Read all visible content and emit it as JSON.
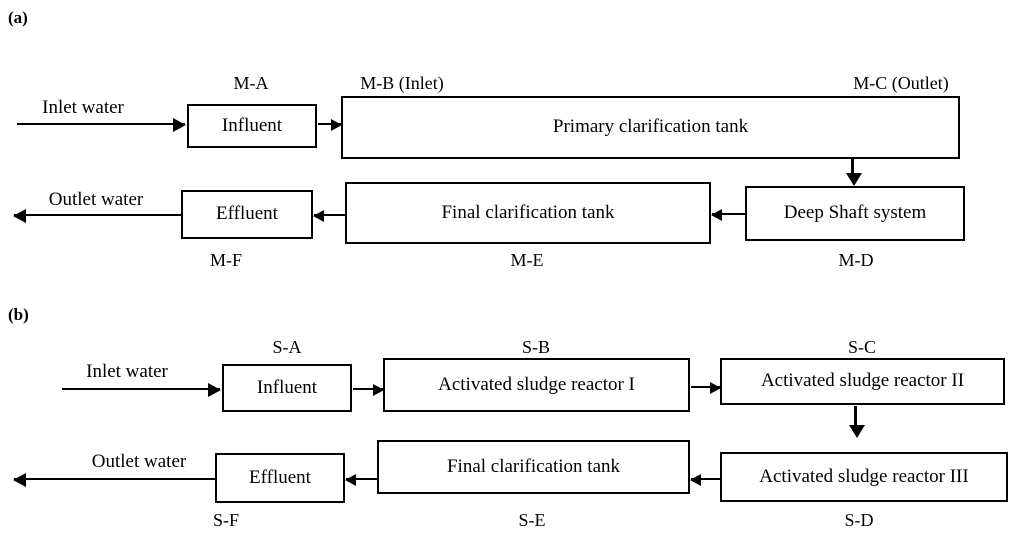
{
  "figure": {
    "panels": [
      {
        "id": "a",
        "label": "(a)",
        "flow_in_text": "Inlet water",
        "flow_out_text": "Outlet water",
        "boxes": [
          {
            "key": "influent",
            "text": "Influent",
            "tag": "M-A",
            "tag_position": "above"
          },
          {
            "key": "primary",
            "text": "Primary clarification tank",
            "tag": "M-B (Inlet)",
            "tag_position": "above-left"
          },
          {
            "key": "primary_out",
            "text": "",
            "tag": "M-C (Outlet)",
            "tag_position": "above-right"
          },
          {
            "key": "deepshaft",
            "text": "Deep Shaft system",
            "tag": "M-D",
            "tag_position": "below"
          },
          {
            "key": "final",
            "text": "Final clarification tank",
            "tag": "M-E",
            "tag_position": "below"
          },
          {
            "key": "effluent",
            "text": "Effluent",
            "tag": "M-F",
            "tag_position": "below"
          }
        ]
      },
      {
        "id": "b",
        "label": "(b)",
        "flow_in_text": "Inlet water",
        "flow_out_text": "Outlet water",
        "boxes": [
          {
            "key": "influent",
            "text": "Influent",
            "tag": "S-A",
            "tag_position": "above"
          },
          {
            "key": "reactor1",
            "text": "Activated sludge reactor I",
            "tag": "S-B",
            "tag_position": "above"
          },
          {
            "key": "reactor2",
            "text": "Activated sludge reactor II",
            "tag": "S-C",
            "tag_position": "above"
          },
          {
            "key": "reactor3",
            "text": "Activated sludge reactor III",
            "tag": "S-D",
            "tag_position": "below"
          },
          {
            "key": "final",
            "text": "Final clarification tank",
            "tag": "S-E",
            "tag_position": "below"
          },
          {
            "key": "effluent",
            "text": "Effluent",
            "tag": "S-F",
            "tag_position": "below"
          }
        ]
      }
    ],
    "colors": {
      "stroke": "#000000",
      "background": "#ffffff",
      "text": "#000000"
    }
  }
}
